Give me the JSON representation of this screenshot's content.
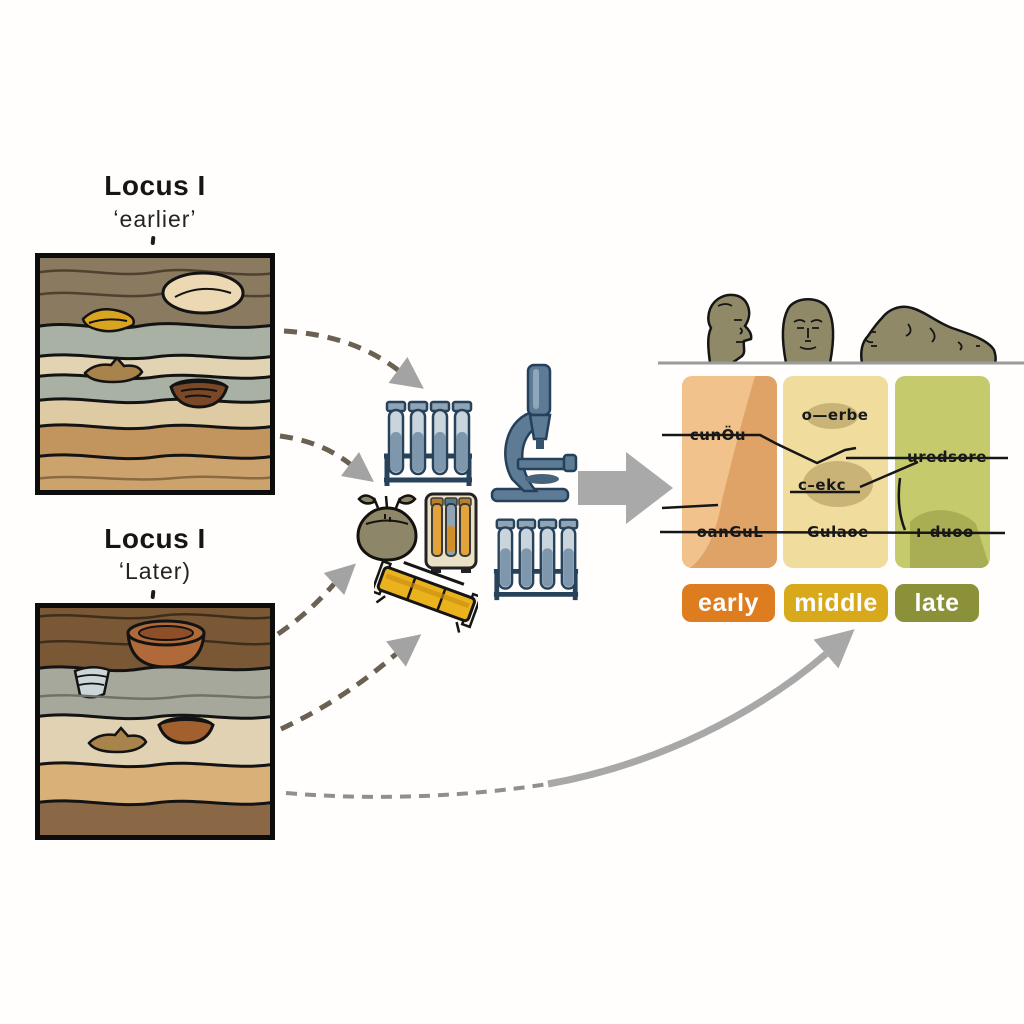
{
  "page": {
    "background": "#fffefc"
  },
  "loci": [
    {
      "title": "Locus I",
      "subtitle": "ʻearlierʼ"
    },
    {
      "title": "Locus I",
      "subtitle": "ʻLater)"
    }
  ],
  "lab": {
    "items": [
      {
        "icon": "test-tube-rack-icon"
      },
      {
        "icon": "microscope-icon"
      },
      {
        "icon": "sample-pouch-icon"
      },
      {
        "icon": "sample-tube-box-icon"
      },
      {
        "icon": "test-tube-rack-icon"
      },
      {
        "icon": "folding-scale-icon"
      }
    ]
  },
  "seriation": {
    "busts": [
      "profile-head",
      "frontal-head",
      "reclining-figure"
    ],
    "columns": [
      {
        "phase": "early",
        "color": "#f2c28d",
        "badge_color": "#dd7d20",
        "inscriptions": [
          "cunÖu",
          "oanGuL"
        ]
      },
      {
        "phase": "middle",
        "color": "#f0dd9e",
        "badge_color": "#d9a91c",
        "inscriptions": [
          "o—erbe",
          "c–ekc",
          "Gulaoe"
        ]
      },
      {
        "phase": "late",
        "color": "#c5ca6c",
        "badge_color": "#8b9138",
        "inscriptions": [
          "uredsore",
          "ı–duoo"
        ]
      }
    ]
  },
  "colors": {
    "arrow_gray": "#a9a9a9",
    "dash_brown": "#6a6152",
    "outline_black": "#131313",
    "bust_olive": "#8f8967",
    "lab_blue": "#5d7b95",
    "gold": "#eab31e"
  }
}
